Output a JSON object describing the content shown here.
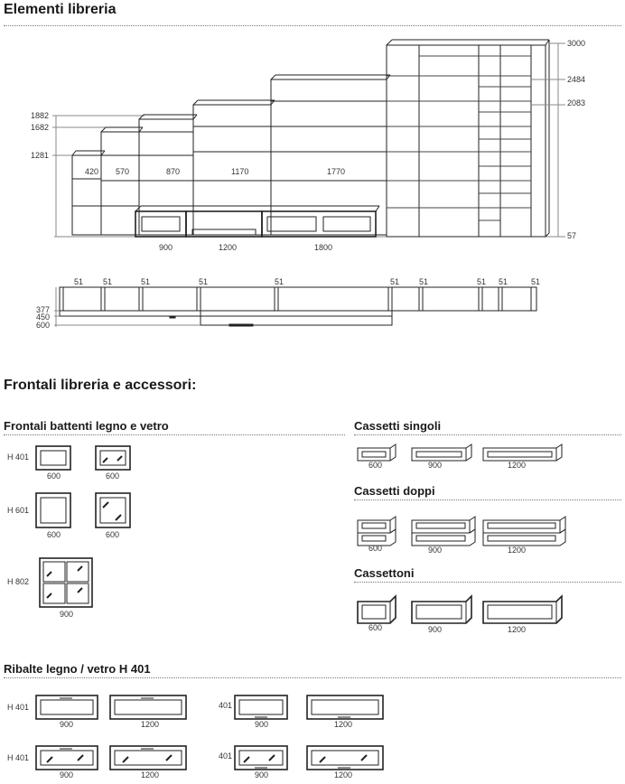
{
  "titles": {
    "main": "Elementi libreria",
    "fronts": "Frontali libreria e accessori:",
    "doors": "Frontali battenti legno e vetro",
    "single_drawers": "Cassetti singoli",
    "double_drawers": "Cassetti doppi",
    "big_drawers": "Cassettoni",
    "flaps": "Ribalte legno / vetro H 401"
  },
  "elevation": {
    "heights": [
      "1882",
      "1682",
      "1281"
    ],
    "heights_right": [
      "3000",
      "2484",
      "2083",
      "57"
    ],
    "widths": [
      "420",
      "570",
      "870",
      "1170",
      "1770"
    ],
    "base_widths": [
      "900",
      "1200",
      "1800"
    ]
  },
  "plan": {
    "side_label": "51",
    "depths": [
      "377",
      "450",
      "600"
    ]
  },
  "doors": {
    "h401": "H 401",
    "h601": "H 601",
    "h802": "H 802",
    "w600": "600",
    "w900": "900"
  },
  "drawers": {
    "w600": "600",
    "w900": "900",
    "w1200": "1200"
  },
  "flaps": {
    "h401": "H 401",
    "n401": "401",
    "w900": "900",
    "w1200": "1200"
  }
}
